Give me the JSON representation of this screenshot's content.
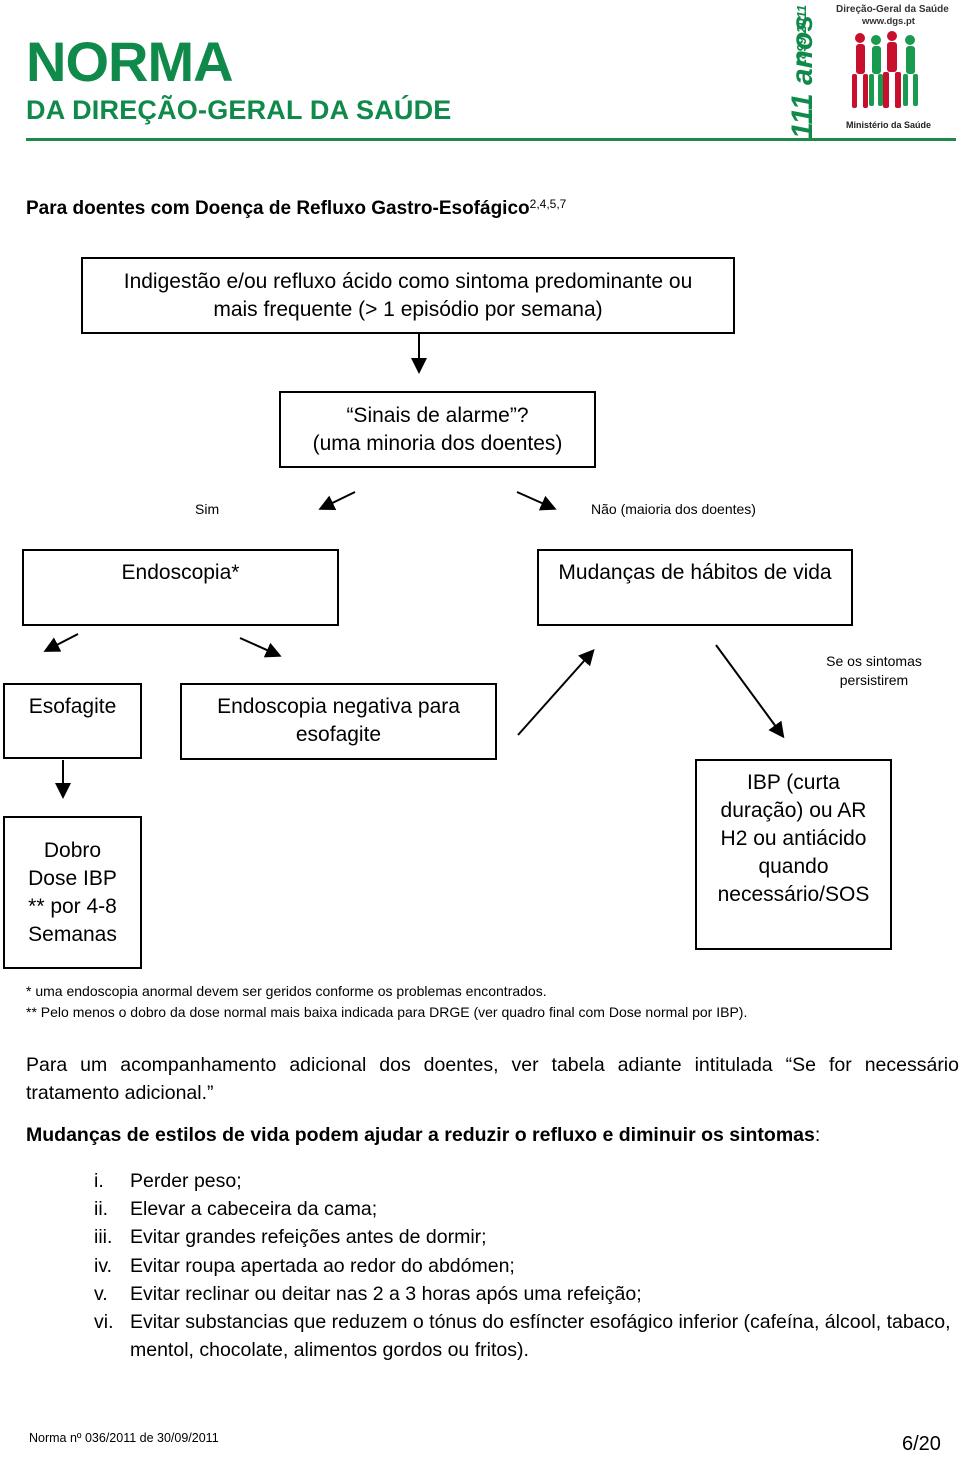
{
  "header": {
    "title": "NORMA",
    "subtitle": "DA DIREÇÃO-GERAL DA SAÚDE",
    "anniversary_years": "1899-2011",
    "anniversary_label": "111 anos",
    "org_name": "Direção-Geral da Saúde",
    "org_url": "www.dgs.pt",
    "ministry": "Ministério da Saúde",
    "brand_color": "#0f8a4a"
  },
  "section": {
    "heading": "Para doentes com Doença de Refluxo Gastro-Esofágico",
    "heading_refs": "2,4,5,7"
  },
  "flowchart": {
    "start": [
      "Indigestão e/ou refluxo ácido como sintoma predominante ou",
      "mais frequente (> 1 episódio por semana)"
    ],
    "alarm": [
      "“Sinais de alarme”?",
      "(uma minoria dos doentes)"
    ],
    "label_yes": "Sim",
    "label_no": "Não (maioria dos doentes)",
    "endoscopy": "Endoscopia*",
    "lifestyle": "Mudanças de hábitos de vida",
    "esophagitis": "Esofagite",
    "negative": [
      "Endoscopia negativa para",
      "esofagite"
    ],
    "persist": [
      "Se os sintomas",
      "persistirem"
    ],
    "double_dose": [
      "Dobro",
      "Dose IBP",
      "** por 4-8",
      "Semanas"
    ],
    "ibp": [
      "IBP (curta",
      "duração) ou AR",
      "H2 ou antiácido",
      "quando",
      "necessário/SOS"
    ]
  },
  "footnotes": [
    "* uma endoscopia anormal devem ser geridos conforme os problemas encontrados.",
    "** Pelo menos o dobro da dose normal mais baixa indicada para DRGE (ver quadro final com Dose normal por IBP)."
  ],
  "paragraph": "Para um acompanhamento adicional dos doentes, ver tabela adiante intitulada “Se for necessário tratamento adicional.”",
  "lifestyle_lead": "Mudanças de estilos de vida podem ajudar a reduzir o refluxo e diminuir os sintomas",
  "lifestyle_lead_end": ":",
  "lifestyle_items": [
    {
      "num": "i.",
      "text": "Perder peso;"
    },
    {
      "num": "ii.",
      "text": "Elevar a cabeceira da cama;"
    },
    {
      "num": "iii.",
      "text": "Evitar grandes refeições antes de dormir;"
    },
    {
      "num": "iv.",
      "text": "Evitar roupa apertada ao redor do abdómen;"
    },
    {
      "num": "v.",
      "text": "Evitar reclinar ou deitar nas 2 a 3 horas após uma refeição;"
    },
    {
      "num": "vi.",
      "text": "Evitar substancias que reduzem o tónus do esfíncter esofágico inferior (cafeína, álcool, tabaco, mentol, chocolate, alimentos gordos ou fritos)."
    }
  ],
  "footer": {
    "reference": "Norma nº 036/2011 de 30/09/2011",
    "page": "6/20"
  }
}
